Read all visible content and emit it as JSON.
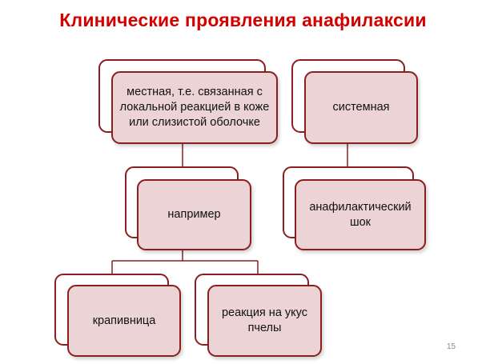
{
  "title": "Клинические проявления анафилаксии",
  "colors": {
    "title": "#d40000",
    "border": "#8b1f1f",
    "node_fill": "#ecd3d6",
    "connector": "#8b1f1f"
  },
  "nodes": {
    "local": "местная, т.е. связанная с локальной реакцией в коже или слизистой оболочке",
    "systemic": "системная",
    "example": "например",
    "shock": "анафилактический шок",
    "urticaria": "крапивница",
    "bee_sting": "реакция на укус пчелы"
  },
  "page_number": "15"
}
